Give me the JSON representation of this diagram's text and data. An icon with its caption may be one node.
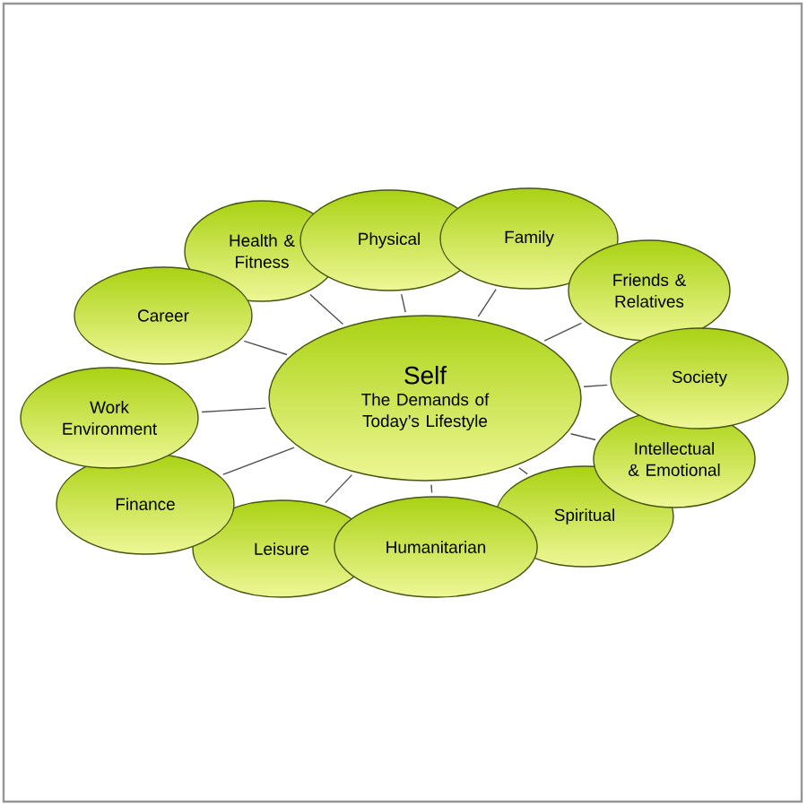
{
  "diagram": {
    "nodes": [
      {
        "text": [
          "Self",
          "The Demands of Today’s Lifestyle"
        ]
      },
      {
        "text": [
          "Health & Fitness"
        ]
      },
      {
        "text": [
          "Physical"
        ]
      },
      {
        "text": [
          "Family"
        ]
      },
      {
        "text": [
          "Friends & Relatives"
        ]
      },
      {
        "text": [
          "Society"
        ]
      },
      {
        "text": [
          "Intellectual & Emotional"
        ]
      },
      {
        "text": [
          "Spiritual"
        ]
      },
      {
        "text": [
          "Humanitarian"
        ]
      },
      {
        "text": [
          "Leisure"
        ]
      },
      {
        "text": [
          "Finance"
        ]
      },
      {
        "text": [
          "Work Environment"
        ]
      },
      {
        "text": [
          "Career"
        ]
      }
    ],
    "edges": [
      {
        "from": 0,
        "to": 1,
        "arrow": "none"
      },
      {
        "from": 0,
        "to": 2,
        "arrow": "none"
      },
      {
        "from": 0,
        "to": 3,
        "arrow": "none"
      },
      {
        "from": 0,
        "to": 4,
        "arrow": "none"
      },
      {
        "from": 0,
        "to": 5,
        "arrow": "none"
      },
      {
        "from": 0,
        "to": 6,
        "arrow": "none"
      },
      {
        "from": 0,
        "to": 7,
        "arrow": "none"
      },
      {
        "from": 0,
        "to": 8,
        "arrow": "none"
      },
      {
        "from": 0,
        "to": 9,
        "arrow": "none"
      },
      {
        "from": 0,
        "to": 10,
        "arrow": "none"
      },
      {
        "from": 0,
        "to": 11,
        "arrow": "none"
      },
      {
        "from": 0,
        "to": 12,
        "arrow": "none"
      }
    ]
  }
}
